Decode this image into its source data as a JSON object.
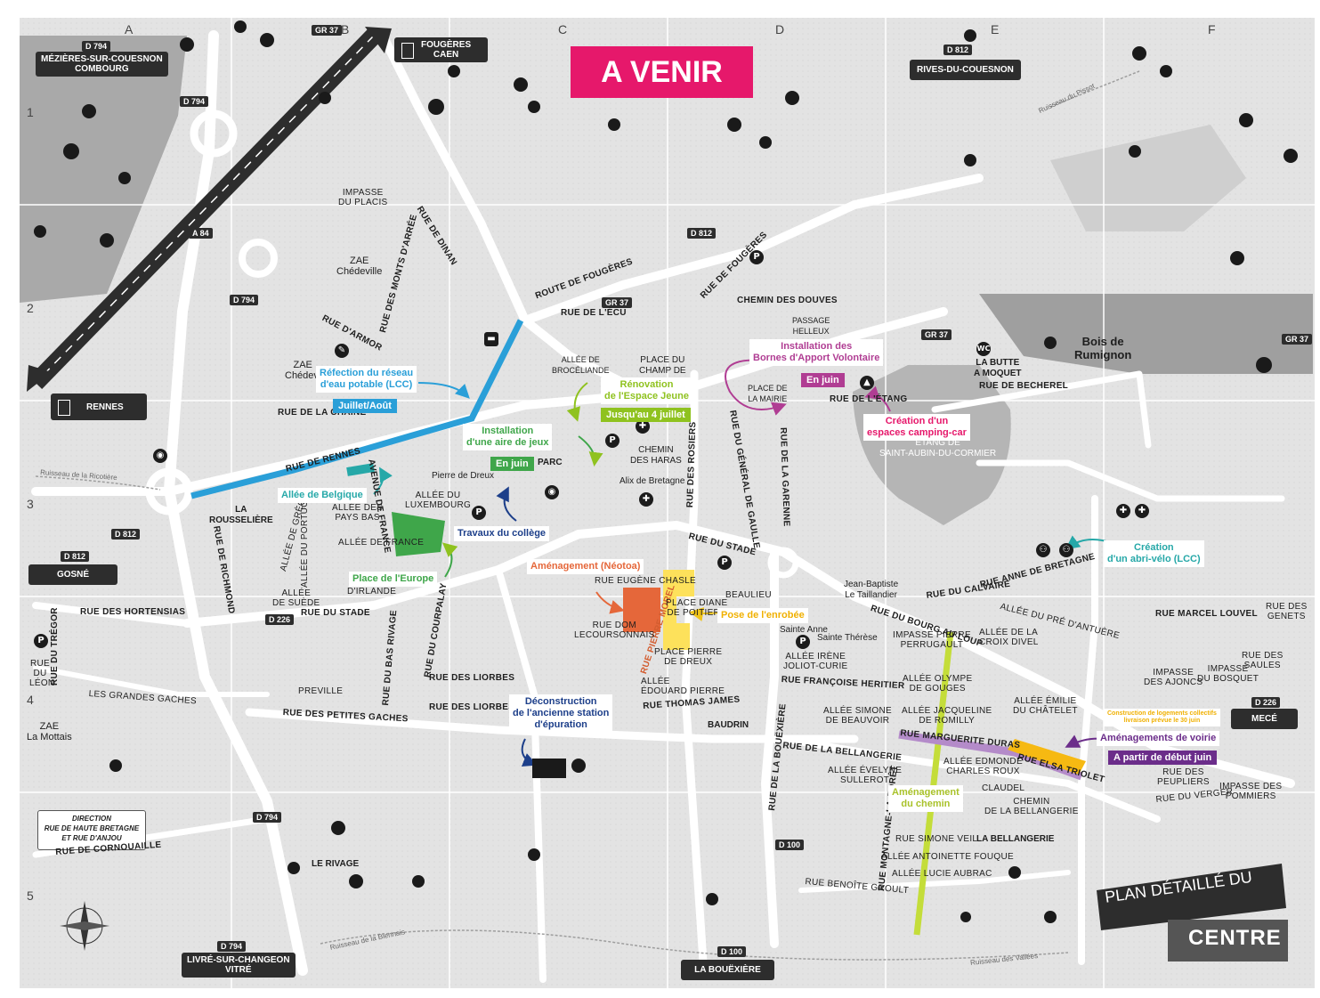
{
  "colors": {
    "accent_pink": "#e6186b",
    "blue": "#2a9fd8",
    "green": "#8fc21f",
    "orange": "#e5673a",
    "purple": "#6b2d8a",
    "magenta": "#b03d93",
    "yellow": "#fde15b",
    "teal": "#26a8a8",
    "lime": "#c4dd3a",
    "dark": "#2d2d2d"
  },
  "banner": {
    "title": "A VENIR"
  },
  "legend": {
    "line1": "PLAN DÉTAILLÉ DU",
    "line2": "CENTRE"
  },
  "grid": {
    "cols": [
      "A",
      "B",
      "C",
      "D",
      "E",
      "F"
    ],
    "rows": [
      "1",
      "2",
      "3",
      "4",
      "5"
    ]
  },
  "roads": {
    "d794": "D 794",
    "d812": "D 812",
    "d226": "D 226",
    "d100": "D 100",
    "a84": "A 84",
    "gr37": "GR 37"
  },
  "towns": {
    "mezieres": "MÉZIÈRES-SUR-COUESNON\nCOMBOURG",
    "fougeres": "FOUGÈRES\nCAEN",
    "rives": "RIVES-DU-COUESNON",
    "rennes": "RENNES",
    "gosne": "GOSNÉ",
    "mece": "MECÉ",
    "livre": "LIVRÉ-SUR-CHANGEON\nVITRÉ",
    "boueixiere": "LA BOUËXIÈRE"
  },
  "streets": {
    "impasse_placis": "IMPASSE\nDU PLACIS",
    "rue_dinan": "RUE DE DINAN",
    "route_fougeres": "ROUTE DE FOUGÈRES",
    "rue_fougeres": "RUE DE FOUGÈRES",
    "rue_ecu": "RUE DE L'ÉCU",
    "rue_monts": "RUE DES MONTS D'ARRÉE",
    "rue_armor": "RUE D'ARMOR",
    "rue_chaine": "RUE DE LA CHAÎNE",
    "rue_rennes": "RUE DE RENNES",
    "rue_stade": "RUE DU STADE",
    "rue_stade2": "RUE DU STADE",
    "chemin_douves": "CHEMIN DES DOUVES",
    "rue_etang": "RUE DE L'ÉTANG",
    "rue_becherel": "RUE DE BECHEREL",
    "rue_rosiers": "RUE DES ROSIERS",
    "rue_gaulle": "RUE DU GÉNÉRAL DE GAULLE",
    "rue_garenne": "RUE DE LA GARENNE",
    "rue_boue": "RUE DE LA BOUËXIÈRE",
    "rue_bourg": "RUE DU BOURG AU LOUP",
    "rue_calvaire": "RUE DU CALVAIRE",
    "rue_anne": "RUE ANNE DE BRETAGNE",
    "rue_louvel": "RUE MARCEL LOUVEL",
    "rue_hortensias": "RUE DES HORTENSIAS",
    "rue_petites": "RUE DES PETITES GACHES",
    "rue_liorbes": "RUE DES LIORBES",
    "rue_liorbes2": "RUE DES LIORBES",
    "rue_bellangerie": "RUE DE LA BELLANGERIE",
    "rue_marguerite": "RUE MARGUERITE DURAS",
    "rue_elsa": "RUE ELSA TRIOLET",
    "rue_francoise": "RUE FRANÇOISE HERITIER",
    "rue_cornouaille": "RUE DE CORNOUAILLE",
    "rue_montagne": "RUE MONTAGNE-LA-FORÊT",
    "rue_thomas": "RUE THOMAS JAMES",
    "rue_pierre_morel": "RUE PIERRE MOREL",
    "rue_eugene": "RUE EUGÈNE CHASLE",
    "rue_tregor": "RUE DU TRÉGOR",
    "rue_leon": "RUE DU LÉON",
    "grandes_gaches": "LES GRANDES GACHES",
    "rue_preville": "PREVILLE",
    "rue_richmond": "RUE DE RICHMOND",
    "rue_courpalay": "RUE DU COURPALAY",
    "rue_bas_rivage": "RUE DU BAS RIVAGE",
    "allee_luxembourg": "ALLÉE DU\nLUXEMBOURG",
    "allee_pays_bas": "ALLÉE DES\nPAYS BAS",
    "allee_suede": "ALLÉE\nDE SUÈDE",
    "allee_irlande": "ALLÉE\nD'IRLANDE",
    "allee_portugal": "ALLÉE DU PORTUGAL",
    "allee_grece": "ALLÉE DE GRÈCE",
    "allee_france": "ALLÉE DE FRANCE",
    "avenue_france": "AVENUE DE FRANCE",
    "allee_edouard": "ALLÉE\nÉDOUARD PIERRE",
    "place_pierre_dreux": "PLACE PIERRE\nDE DREUX",
    "place_diane": "PLACE DIANE\nDE POITIERS",
    "rue_dom": "RUE DOM\nLECOURSONNAIS",
    "beaulieu": "BEAULIEU",
    "allee_irene": "ALLÉE IRÈNE\nJOLIOT-CURIE",
    "impasse_pierre": "IMPASSE PIERRE\nPERRUGAULT",
    "allee_olympe": "ALLÉE OLYMPE\nDE GOUGES",
    "allee_jacqueline": "ALLÉE JACQUELINE\nDE ROMILLY",
    "allee_simone": "ALLÉE SIMONE\nDE BEAUVOIR",
    "allee_emilie": "ALLÉE ÉMILIE\nDU CHÂTELET",
    "allee_edmonde": "ALLÉE EDMONDE\nCHARLES ROUX",
    "allee_evelyne": "ALLÉE ÉVELYNE\nSULLEROT",
    "rue_simone": "RUE SIMONE VEIL",
    "allee_antoinette": "ALLÉE ANTOINETTE FOUQUE",
    "allee_lucie": "ALLÉE LUCIE AUBRAC",
    "rue_benoite": "RUE BENOÎTE GROULT",
    "allee_olympe_b": "ALLÉE DU PRÉ D'ANTUÈRE",
    "allee_croix": "ALLÉE DE LA\nCROIX DIVEL",
    "impasse_ajoncs": "IMPASSE\nDES AJONCS",
    "impasse_bosquet": "IMPASSE\nDU BOSQUET",
    "rue_saules": "RUE DES\nSAULES",
    "rue_genets": "RUE DES\nGENETS",
    "rue_peupliers": "RUE DES\nPEUPLIERS",
    "impasse_pommiers": "IMPASSE DES\nPOMMIERS",
    "rue_verger": "RUE DU VERGER",
    "chemin_bellangerie": "CHEMIN\nDE LA BELLANGERIE",
    "claudel": "CLAUDEL",
    "direction": "DIRECTION\nRUE DE HAUTE BRETAGNE\nET RUE D'ANJOU"
  },
  "places": {
    "zae_chedeville": "ZAE\nChédeville",
    "zae_chedeville2": "ZAE\nChédevi",
    "zae_mottais": "ZAE\nLa Mottais",
    "rousseliere": "LA\nROUSSELIÈRE",
    "le_rivage": "LE RIVAGE",
    "la_bellangerie": "LA BELLANGERIE",
    "baudrin": "BAUDRIN",
    "etang": "ÉTANG DE\nSAINT-AUBIN-DU-CORMIER",
    "bois": "Bois de\nRumignon",
    "butte": "LA BUTTE\nA MOQUET",
    "place_champ": "PLACE DU\nCHAMP DE",
    "place_mairie": "PLACE DE\nLA MAIRIE",
    "place_broceliande": "ALLÉE DE\nBROCÉLIANDE",
    "passage_helleux": "PASSAGE\nHELLEUX",
    "chemin_haras": "CHEMIN\nDES HARAS",
    "alix": "Alix de Bretagne",
    "pierre_dreux": "Pierre de Dreux",
    "parc": "PARC",
    "jean_baptiste": "Jean-Baptiste\nLe Taillandier",
    "sainte_anne": "Sainte Anne",
    "sainte_therese": "Sainte Thérèse",
    "ruisseau_ricotiere": "Ruisseau de la Ricotière",
    "ruisseau_biennais": "Ruisseau de la Biennais",
    "ruisseau_vallees": "Ruisseau des Vallées",
    "ruisseau_pissot": "Ruisseau du Pissot"
  },
  "projects": {
    "reseau": {
      "title": "Réfection du réseau\nd'eau potable (LCC)",
      "date": "Juillet/Août"
    },
    "belgique": {
      "title": "Allée de Belgique"
    },
    "europe": {
      "title": "Place de l'Europe"
    },
    "aire_jeux": {
      "title": "Installation\nd'une aire de jeux",
      "date": "En juin"
    },
    "college": {
      "title": "Travaux du collège"
    },
    "espace_jeune": {
      "title": "Rénovation\nde l'Espace Jeune",
      "date": "Jusqu'au 4 juillet"
    },
    "bornes": {
      "title": "Installation des\nBornes d'Apport Volontaire",
      "date": "En juin"
    },
    "camping": {
      "title": "Création d'un\nespaces camping-car"
    },
    "neotoa": {
      "title": "Aménagement (Néotoa)"
    },
    "enrobee": {
      "title": "Pose de l'enrobée"
    },
    "station": {
      "title": "Déconstruction\nde l'ancienne station\nd'épuration"
    },
    "abri_velo": {
      "title": "Création\nd'un abri-vélo (LCC)"
    },
    "voirie": {
      "title": "Aménagements de voirie",
      "date": "A partir de début juin"
    },
    "logements": {
      "title": "Construction de logements collectifs\nlivraison prévue le 30 juin"
    },
    "chemin": {
      "title": "Aménagement\ndu chemin"
    }
  },
  "icons": [
    "parking-icon",
    "bus-icon",
    "wc-icon",
    "camping-icon",
    "bike-icon",
    "school-icon",
    "church-icon",
    "compass-rose-icon",
    "tree-icon",
    "highway-icon"
  ]
}
